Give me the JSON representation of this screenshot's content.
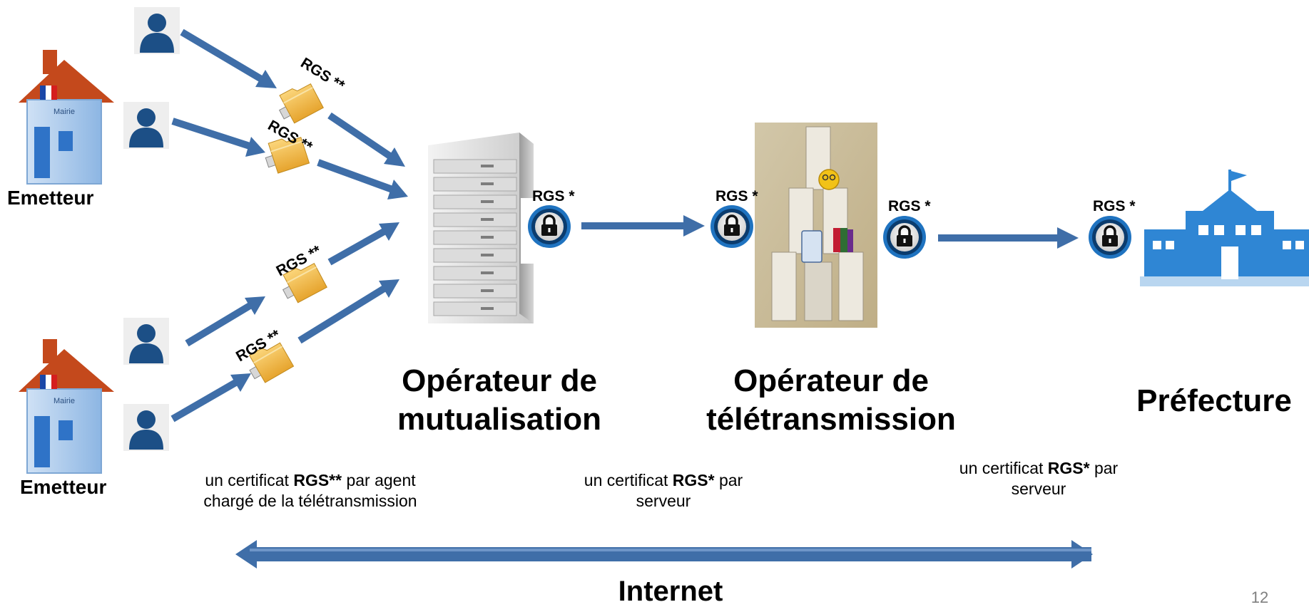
{
  "colors": {
    "arrow": "#3f6ea8",
    "arrow_dark": "#274a7a",
    "person": "#1c4f86",
    "roof": "#c4491c",
    "house_wall": "#9fc3ea",
    "folder": "#f3be4a",
    "lock_ring": "#1f73c0",
    "prefecture": "#2f86d4"
  },
  "icons": {
    "person": "person-icon",
    "house": "house-mairie-icon",
    "usb_key": "usb-folder-icon",
    "lock": "lock-icon",
    "server": "server-rack-icon",
    "datacenter": "server-cluster-icon",
    "building": "prefecture-building-icon"
  },
  "house": {
    "label": "Mairie"
  },
  "emitters": [
    {
      "label": "Emetteur"
    },
    {
      "label": "Emetteur"
    }
  ],
  "usb_labels": [
    "RGS **",
    "RGS **",
    "RGS **",
    "RGS **"
  ],
  "lock_labels": [
    "RGS *",
    "RGS *",
    "RGS *",
    "RGS *"
  ],
  "nodes": {
    "mutualisation": {
      "line1": "Opérateur de",
      "line2": "mutualisation"
    },
    "teletransmission": {
      "line1": "Opérateur de",
      "line2": "télétransmission"
    },
    "prefecture": {
      "label": "Préfecture"
    }
  },
  "notes": {
    "agents": {
      "pre": "un certificat ",
      "bold": "RGS**",
      "post": " par agent",
      "line2": "chargé de la télétransmission"
    },
    "server1": {
      "pre": "un certificat ",
      "bold": "RGS*",
      "post": " par",
      "line2": "serveur"
    },
    "server2": {
      "pre": "un certificat ",
      "bold": "RGS*",
      "post": " par",
      "line2": "serveur"
    }
  },
  "network": {
    "label": "Internet"
  },
  "page_number": "12"
}
